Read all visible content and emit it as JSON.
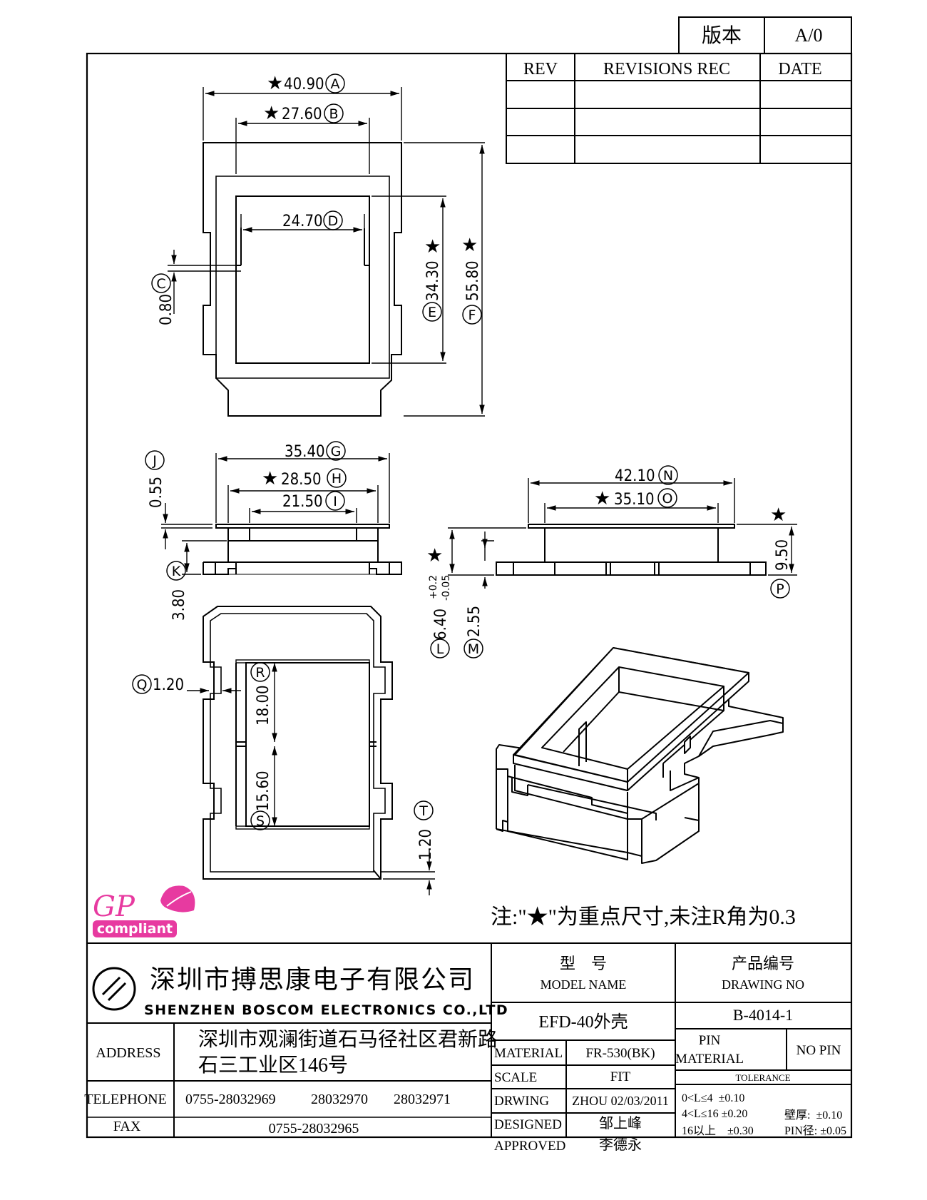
{
  "version_box": {
    "label": "版本",
    "value": "A/0"
  },
  "revision_table": {
    "headers": [
      "REV",
      "REVISIONS REC",
      "DATE"
    ],
    "rows": [
      [
        "",
        "",
        ""
      ],
      [
        "",
        "",
        ""
      ],
      [
        "",
        "",
        ""
      ]
    ]
  },
  "dimensions": {
    "A": {
      "value": "40.90",
      "letter": "A",
      "star": "★"
    },
    "B": {
      "value": "27.60",
      "letter": "B",
      "star": "★"
    },
    "C": {
      "value": "0.80",
      "letter": "C"
    },
    "D": {
      "value": "24.70",
      "letter": "D"
    },
    "E": {
      "value": "34.30",
      "letter": "E",
      "star": "★"
    },
    "F": {
      "value": "55.80",
      "letter": "F",
      "star": "★"
    },
    "G": {
      "value": "35.40",
      "letter": "G"
    },
    "H": {
      "value": "28.50",
      "letter": "H",
      "star": "★"
    },
    "I": {
      "value": "21.50",
      "letter": "I"
    },
    "J": {
      "value": "0.55",
      "letter": "J"
    },
    "K": {
      "value": "3.80",
      "letter": "K"
    },
    "L": {
      "value": "6.40",
      "tol_plus": "+0.2",
      "tol_minus": "-0.05",
      "letter": "L",
      "star": "★"
    },
    "M": {
      "value": "2.55",
      "letter": "M"
    },
    "N": {
      "value": "42.10",
      "letter": "N"
    },
    "O": {
      "value": "35.10",
      "letter": "O",
      "star": "★"
    },
    "P": {
      "value": "9.50",
      "letter": "P",
      "star": "★"
    },
    "Q": {
      "value": "1.20",
      "letter": "Q"
    },
    "R": {
      "value": "18.00",
      "letter": "R"
    },
    "S": {
      "value": "15.60",
      "letter": "S"
    },
    "T": {
      "value": "1.20",
      "letter": "T"
    }
  },
  "note": "注:\"★\"为重点尺寸,未注R角为0.3",
  "logo": {
    "gp": "GP",
    "compliant": "compliant"
  },
  "company": {
    "name_cn": "深圳市搏思康电子有限公司",
    "name_en": "SHENZHEN BOSCOM ELECTRONICS CO.,LTD"
  },
  "address": {
    "label": "ADDRESS",
    "line1": "深圳市观澜街道石马径社区君新路",
    "line2": "石三工业区146号"
  },
  "telephone": {
    "label": "TELEPHONE",
    "values": [
      "0755-28032969",
      "28032970",
      "28032971"
    ]
  },
  "fax": {
    "label": "FAX",
    "value": "0755-28032965"
  },
  "model": {
    "label_cn": "型    号",
    "label_en": "MODEL NAME",
    "value": "EFD-40外壳"
  },
  "drawing": {
    "label_cn": "产品编号",
    "label_en": "DRAWING NO",
    "value": "B-4014-1"
  },
  "material": {
    "label": "MATERIAL",
    "value": "FR-530(BK)"
  },
  "scale": {
    "label": "SCALE",
    "value": "FIT"
  },
  "drwing": {
    "label": "DRWING",
    "value": "ZHOU 02/03/2011"
  },
  "designed": {
    "label": "DESIGNED",
    "value": "邹上峰"
  },
  "approved": {
    "label": "APPROVED",
    "value": "李德永"
  },
  "pin": {
    "label1": "PIN",
    "label2": "MATERIAL",
    "value": "NO PIN"
  },
  "tolerance": {
    "label": "TOLERANCE",
    "r1": "0<L≤4  ±0.10",
    "r2": "4<L≤16 ±0.20",
    "r3": "16以上    ±0.30",
    "wall": "壁厚:  ±0.10",
    "pin_d": "PIN径: ±0.05"
  }
}
